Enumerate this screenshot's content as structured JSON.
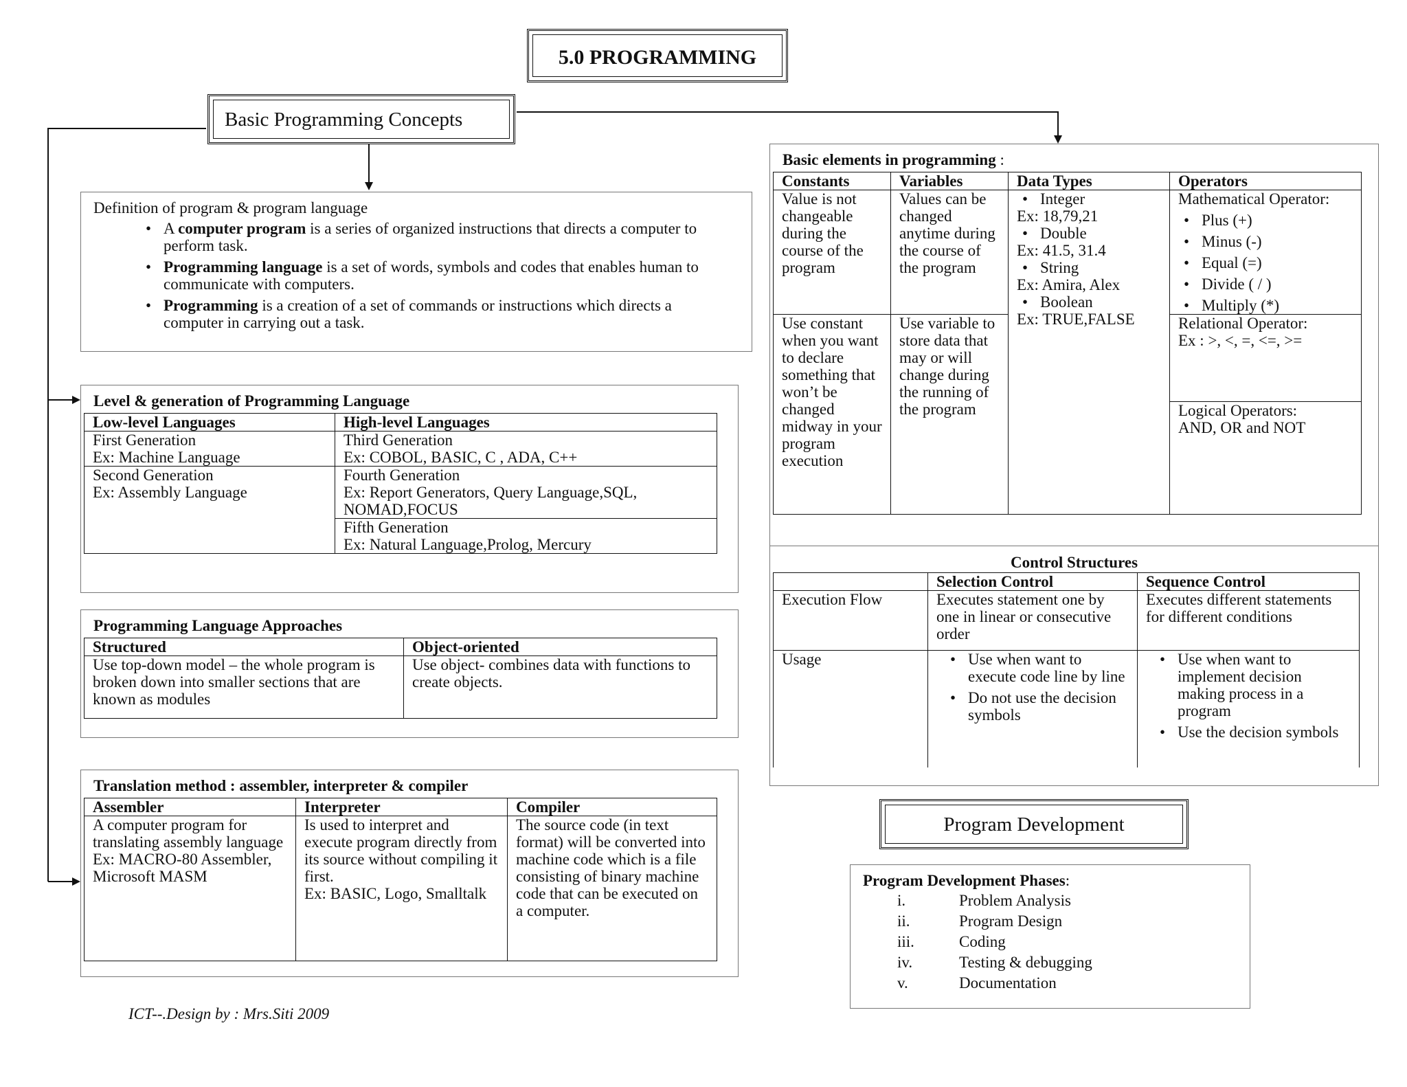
{
  "title": "5.0 PROGRAMMING",
  "basic_concepts": "Basic Programming Concepts",
  "definition": {
    "heading": "Definition of program & program language",
    "items": [
      {
        "bold": "computer program",
        "pre": "A ",
        "post": " is a series of organized instructions that directs a computer to perform task."
      },
      {
        "bold": "Programming language",
        "pre": "",
        "post": " is a set of words, symbols and codes that enables human to communicate with computers."
      },
      {
        "bold": "Programming",
        "pre": "",
        "post": " is a creation of a set of commands or instructions which directs a computer in carrying out a task."
      }
    ]
  },
  "levels": {
    "heading": "Level & generation of Programming Language",
    "col_low": "Low-level  Languages",
    "col_high": "High-level Languages",
    "low": [
      {
        "gen": "First Generation",
        "ex": "Ex: Machine Language"
      },
      {
        "gen": "Second Generation",
        "ex": "Ex: Assembly Language"
      }
    ],
    "high": [
      {
        "gen": "Third Generation",
        "ex": "Ex: COBOL, BASIC, C , ADA, C++"
      },
      {
        "gen": "Fourth Generation",
        "ex": "Ex: Report Generators, Query Language,SQL, NOMAD,FOCUS"
      },
      {
        "gen": "Fifth Generation",
        "ex": "Ex: Natural Language,Prolog, Mercury"
      }
    ]
  },
  "approaches": {
    "heading": "Programming Language Approaches",
    "col1": "Structured",
    "col2": "Object-oriented",
    "cell1": "Use top-down model – the whole program is broken down into smaller sections that are known as modules",
    "cell2": "Use object- combines data with functions to create objects."
  },
  "translation": {
    "heading": "Translation method : assembler, interpreter & compiler",
    "cols": [
      "Assembler",
      "Interpreter",
      "Compiler"
    ],
    "cells": [
      "A computer program for translating assembly language\nEx: MACRO-80 Assembler, Microsoft MASM",
      "Is used to interpret and execute program directly from its source without compiling it first.\nEx: BASIC, Logo, Smalltalk",
      "The source code (in text format) will be converted into machine code which is a file consisting of binary machine code that can be executed on a computer."
    ]
  },
  "credit": "ICT--.Design by : Mrs.Siti 2009",
  "elements": {
    "heading": "Basic elements in programming",
    "heading_suffix": " :",
    "cols": [
      "Constants",
      "Variables",
      "Data Types",
      "Operators"
    ],
    "constants_def": "Value is not changeable during the course of the program",
    "constants_use": "Use constant when you want to declare something that won’t be changed midway in your program execution",
    "variables_def": "Values can be changed anytime during the course of the program",
    "variables_use": "Use variable to store data that may or will change during the running of the program",
    "datatypes": [
      {
        "name": "Integer",
        "ex": "Ex: 18,79,21"
      },
      {
        "name": "Double",
        "ex": "Ex: 41.5, 31.4"
      },
      {
        "name": "String",
        "ex": "Ex: Amira, Alex"
      },
      {
        "name": "Boolean",
        "ex": "Ex:  TRUE,FALSE"
      }
    ],
    "math_heading": "Mathematical Operator:",
    "math_ops": [
      "Plus (+)",
      "Minus (-)",
      "Equal (=)",
      "Divide ( / )",
      "Multiply (*)"
    ],
    "rel_heading": "Relational Operator:",
    "rel_ex": "Ex : >, <, =, <=, >=",
    "log_heading": "Logical Operators:",
    "log_ex": "AND, OR and NOT"
  },
  "control": {
    "heading": "Control Structures",
    "col_sel": "Selection Control",
    "col_seq": "Sequence Control",
    "row1_label": "Execution Flow",
    "row1_sel": "Executes statement one by one in linear or consecutive order",
    "row1_seq": "Executes different statements for different conditions",
    "row2_label": "Usage",
    "row2_sel": [
      "Use when want to execute code line by line",
      "Do not use the decision symbols"
    ],
    "row2_seq": [
      "Use when want to implement decision making process in a program",
      "Use the decision symbols"
    ]
  },
  "program_dev": {
    "title": "Program Development",
    "phases_heading": "Program Development Phases",
    "phases_suffix": ":",
    "phases": [
      {
        "n": "i.",
        "label": "Problem Analysis"
      },
      {
        "n": "ii.",
        "label": "Program Design"
      },
      {
        "n": "iii.",
        "label": "Coding"
      },
      {
        "n": "iv.",
        "label": "Testing & debugging"
      },
      {
        "n": "v.",
        "label": "Documentation"
      }
    ]
  }
}
